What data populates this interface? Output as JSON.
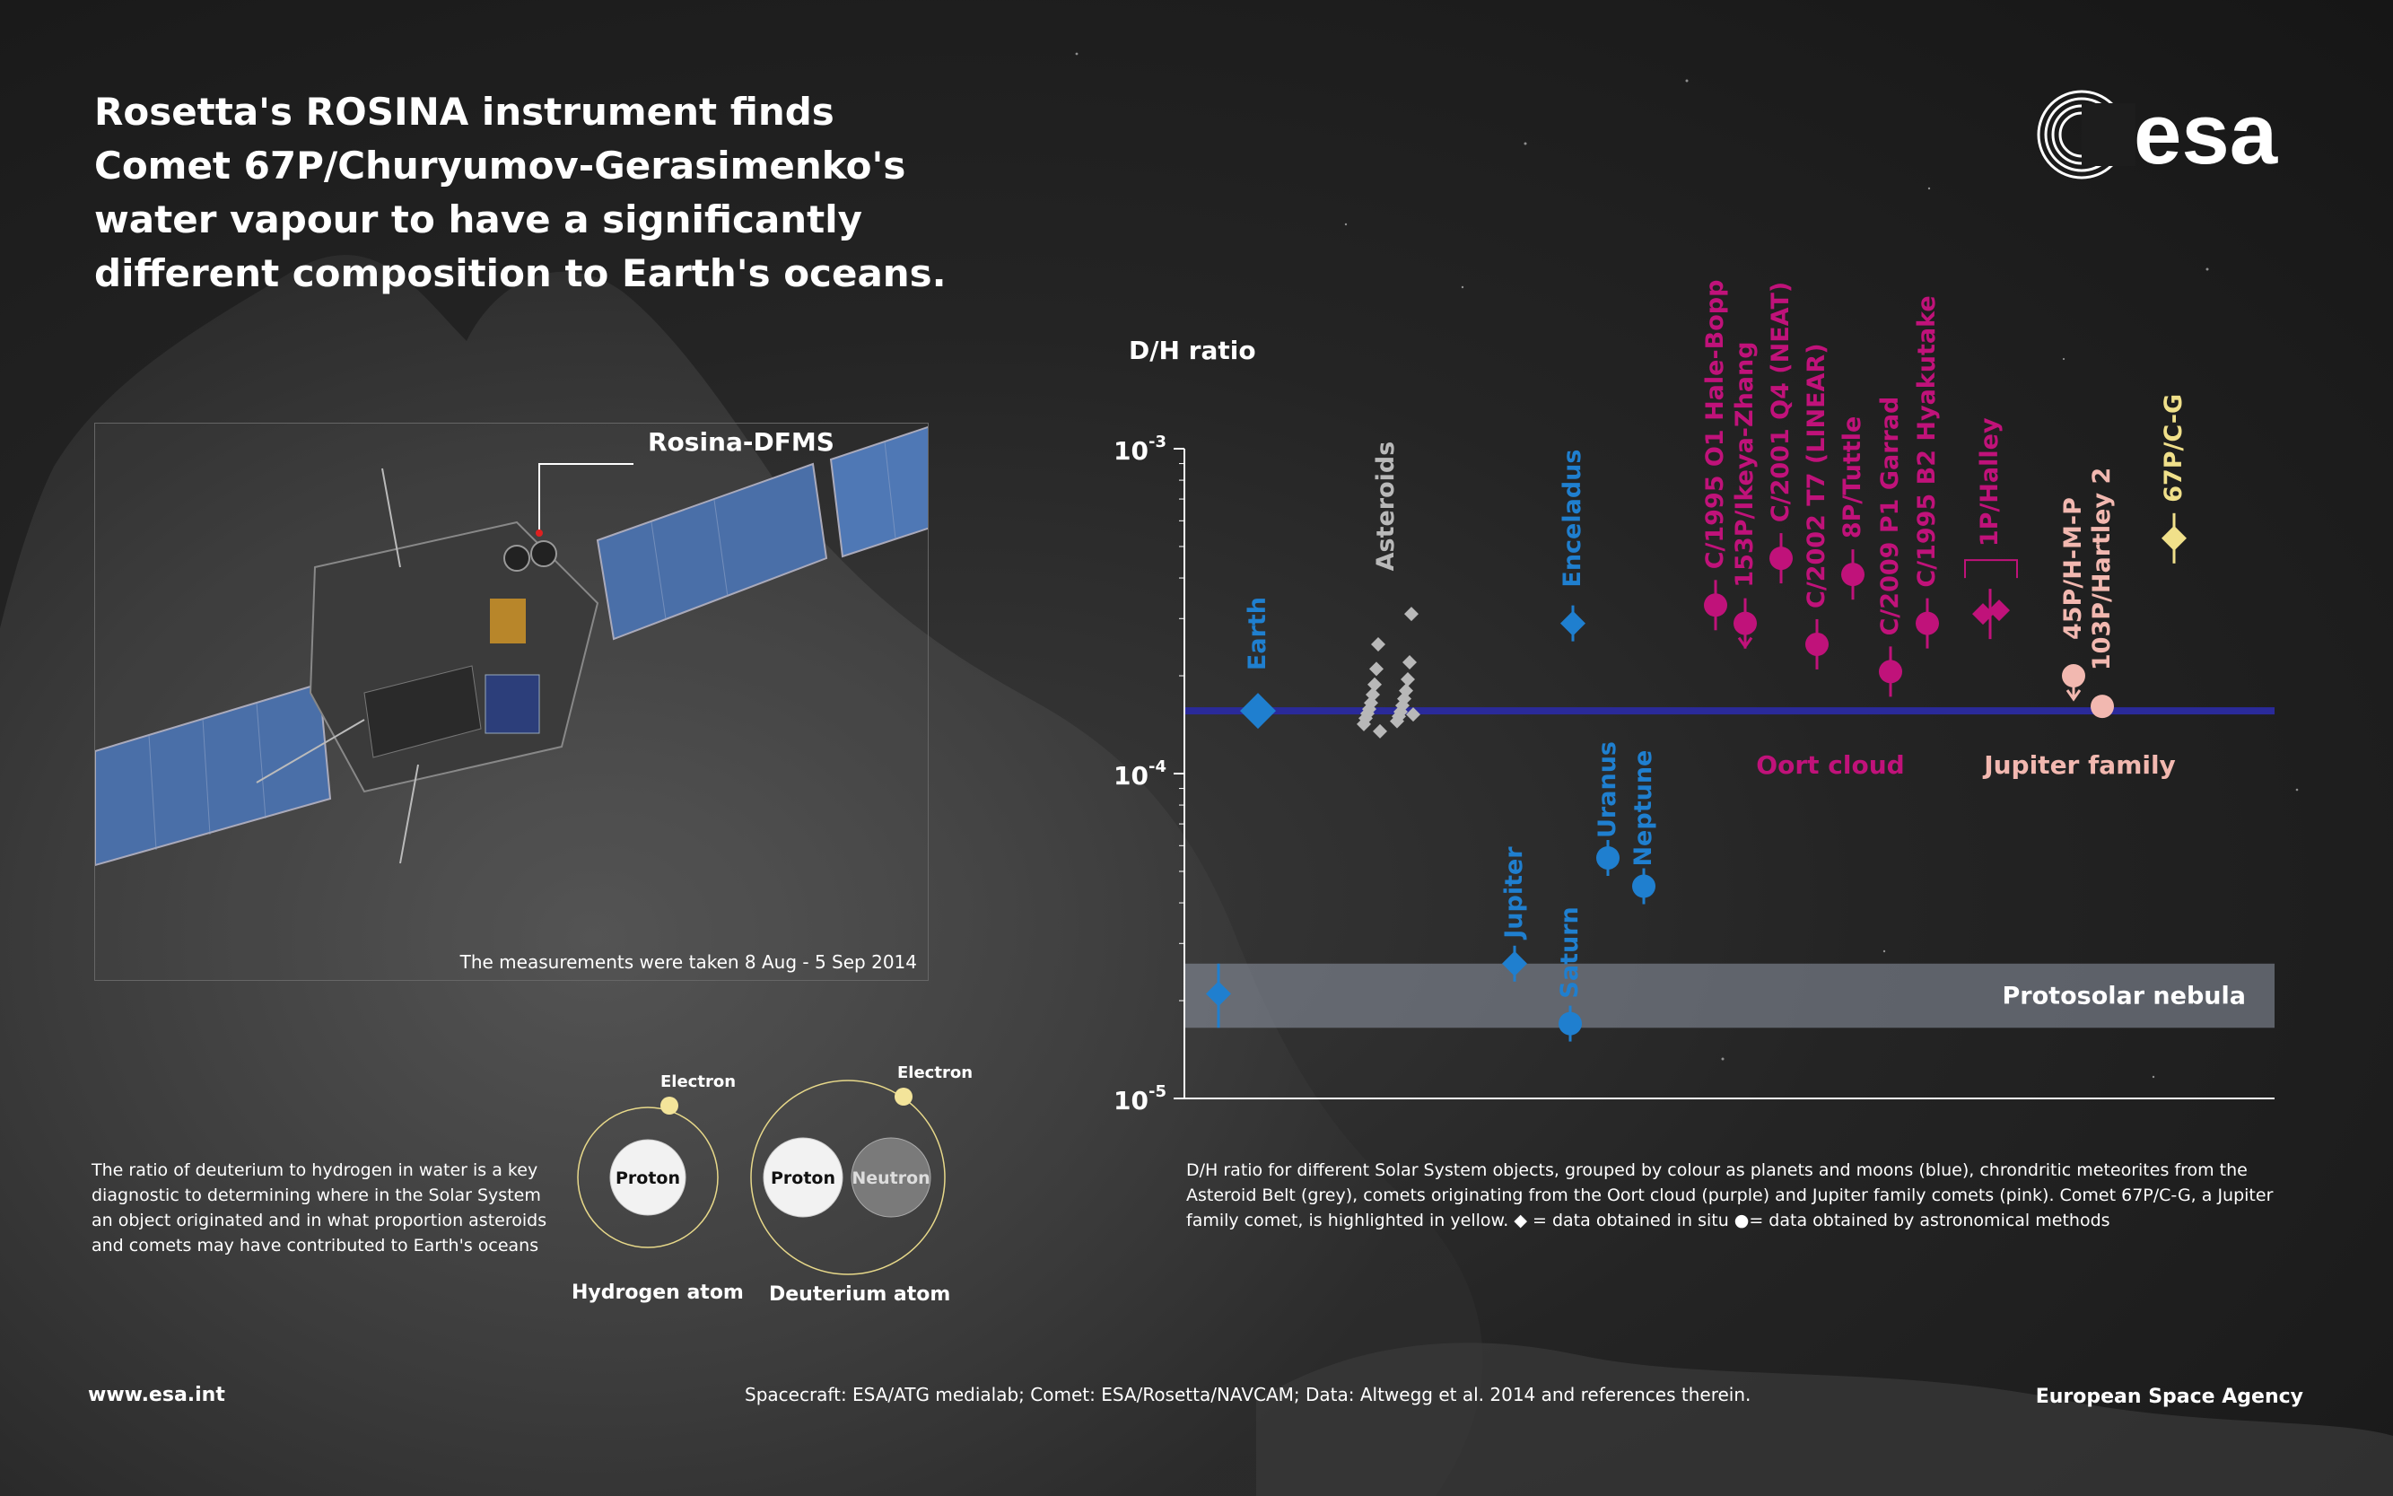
{
  "title_lines": [
    "Rosetta's ROSINA instrument finds",
    "Comet 67P/Churyumov-Gerasimenko's",
    "water vapour to have a significantly",
    "different composition to Earth's oceans."
  ],
  "logo_text": "esa",
  "spacecraft_label": "Rosina-DFMS",
  "photo_caption": "The measurements were taken 8 Aug - 5 Sep 2014",
  "left_description": "The ratio of deuterium to hydrogen in water is a key diagnostic to determining where in the Solar System an object originated and in what proportion asteroids and comets may have contributed to Earth's oceans",
  "atoms": {
    "hydrogen": {
      "proton": "Proton",
      "electron": "Electron",
      "label": "Hydrogen atom"
    },
    "deuterium": {
      "proton": "Proton",
      "neutron": "Neutron",
      "electron": "Electron",
      "label": "Deuterium atom"
    }
  },
  "chart_caption": "D/H ratio for different Solar System objects, grouped by colour as planets and moons (blue), chrondritic meteorites from the Asteroid Belt (grey), comets originating from the Oort cloud (purple) and Jupiter family comets (pink). Comet 67P/C-G, a Jupiter family comet, is highlighted in yellow.  ◆ = data obtained in situ   ●= data obtained by astronomical methods",
  "footer": {
    "website": "www.esa.int",
    "credits": "Spacecraft: ESA/ATG medialab; Comet: ESA/Rosetta/NAVCAM; Data: Altwegg et al. 2014 and references therein.",
    "agency": "European Space Agency"
  },
  "colors": {
    "planets": "#1f7fcf",
    "asteroids": "#b8b8b8",
    "oort": "#c0127a",
    "jupiter_family": "#f2b8b0",
    "highlight": "#f0e08a",
    "earth_line": "#2a2a9a",
    "nebula_band": "#8f97a6"
  },
  "chart_data": {
    "type": "scatter",
    "ylabel": "D/H ratio",
    "yscale": "log",
    "ylim": [
      1e-05,
      0.001
    ],
    "yticks": [
      {
        "value": 0.001,
        "base": "10",
        "exp": "-3"
      },
      {
        "value": 0.0001,
        "base": "10",
        "exp": "-4"
      },
      {
        "value": 1e-05,
        "base": "10",
        "exp": "-5"
      }
    ],
    "reference_line": {
      "name": "Earth",
      "value": 0.000156
    },
    "band": {
      "label": "Protosolar nebula",
      "low": 1.65e-05,
      "high": 2.6e-05
    },
    "group_labels": [
      {
        "text": "Oort cloud",
        "group": "oort"
      },
      {
        "text": "Jupiter family",
        "group": "jupiter_family"
      }
    ],
    "points": [
      {
        "label": "",
        "group": "planets",
        "shape": "diamond",
        "y": 2.1e-05,
        "err": [
          1.65e-05,
          2.6e-05
        ]
      },
      {
        "label": "Earth",
        "group": "planets",
        "shape": "diamond",
        "y": 0.000156
      },
      {
        "label": "Jupiter",
        "group": "planets",
        "shape": "diamond",
        "y": 2.6e-05
      },
      {
        "label": "Saturn",
        "group": "planets",
        "shape": "circle",
        "y": 1.7e-05
      },
      {
        "label": "Enceladus",
        "group": "planets",
        "shape": "diamond",
        "y": 0.00029
      },
      {
        "label": "Uranus",
        "group": "planets",
        "shape": "circle",
        "y": 5.5e-05
      },
      {
        "label": "Neptune",
        "group": "planets",
        "shape": "circle",
        "y": 4.5e-05
      },
      {
        "label": "C/1995 O1 Hale-Bopp",
        "group": "oort",
        "shape": "circle",
        "y": 0.00033
      },
      {
        "label": "153P/Ikeya-Zhang",
        "group": "oort",
        "shape": "circle",
        "y": 0.00029,
        "upper_limit": true
      },
      {
        "label": "C/2001 Q4 (NEAT)",
        "group": "oort",
        "shape": "circle",
        "y": 0.00046
      },
      {
        "label": "C/2002 T7 (LINEAR)",
        "group": "oort",
        "shape": "circle",
        "y": 0.00025
      },
      {
        "label": "8P/Tuttle",
        "group": "oort",
        "shape": "circle",
        "y": 0.00041
      },
      {
        "label": "C/2009 P1 Garrad",
        "group": "oort",
        "shape": "circle",
        "y": 0.000206
      },
      {
        "label": "C/1995 B2 Hyakutake",
        "group": "oort",
        "shape": "circle",
        "y": 0.00029
      },
      {
        "label": "1P/Halley",
        "group": "oort",
        "shape": "diamond",
        "y": 0.00031
      },
      {
        "label": "45P/H-M-P",
        "group": "jupiter_family",
        "shape": "circle",
        "y": 0.0002,
        "upper_limit": true
      },
      {
        "label": "103P/Hartley 2",
        "group": "jupiter_family",
        "shape": "circle",
        "y": 0.000161
      },
      {
        "label": "67P/C-G",
        "group": "highlight",
        "shape": "diamond",
        "y": 0.00053
      }
    ],
    "asteroid_cluster": {
      "label": "Asteroids",
      "values": [
        0.000142,
        0.000145,
        0.000148,
        0.00015,
        0.000153,
        0.000155,
        0.000158,
        0.000162,
        0.000165,
        0.00017,
        0.000175,
        0.00018,
        0.000188,
        0.000195,
        0.00021,
        0.00022,
        0.00025,
        0.00031,
        0.000135,
        0.000152
      ]
    }
  }
}
